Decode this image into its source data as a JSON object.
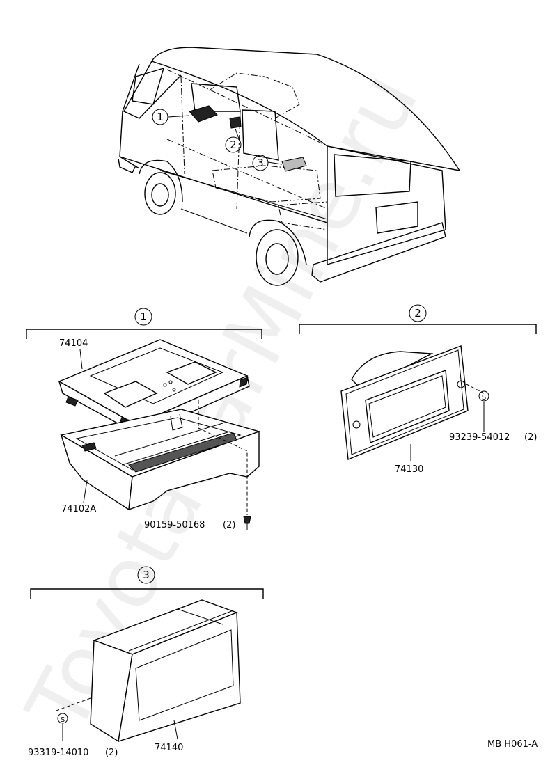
{
  "watermark": "ToyotaCarMine.ru",
  "diagram_code": "MB H061-A",
  "callouts": {
    "c1": "1",
    "c2": "2",
    "c3": "3"
  },
  "groups": [
    {
      "number": "1",
      "parts": [
        {
          "part_no": "74104"
        },
        {
          "part_no": "74102A"
        },
        {
          "part_no": "90159-50168",
          "qty": "(2)"
        }
      ]
    },
    {
      "number": "2",
      "parts": [
        {
          "part_no": "93239-54012",
          "qty": "(2)"
        },
        {
          "part_no": "74130"
        }
      ]
    },
    {
      "number": "3",
      "parts": [
        {
          "part_no": "93319-14010",
          "qty": "(2)"
        },
        {
          "part_no": "74140"
        }
      ]
    }
  ],
  "symbols": {
    "s": "S"
  }
}
